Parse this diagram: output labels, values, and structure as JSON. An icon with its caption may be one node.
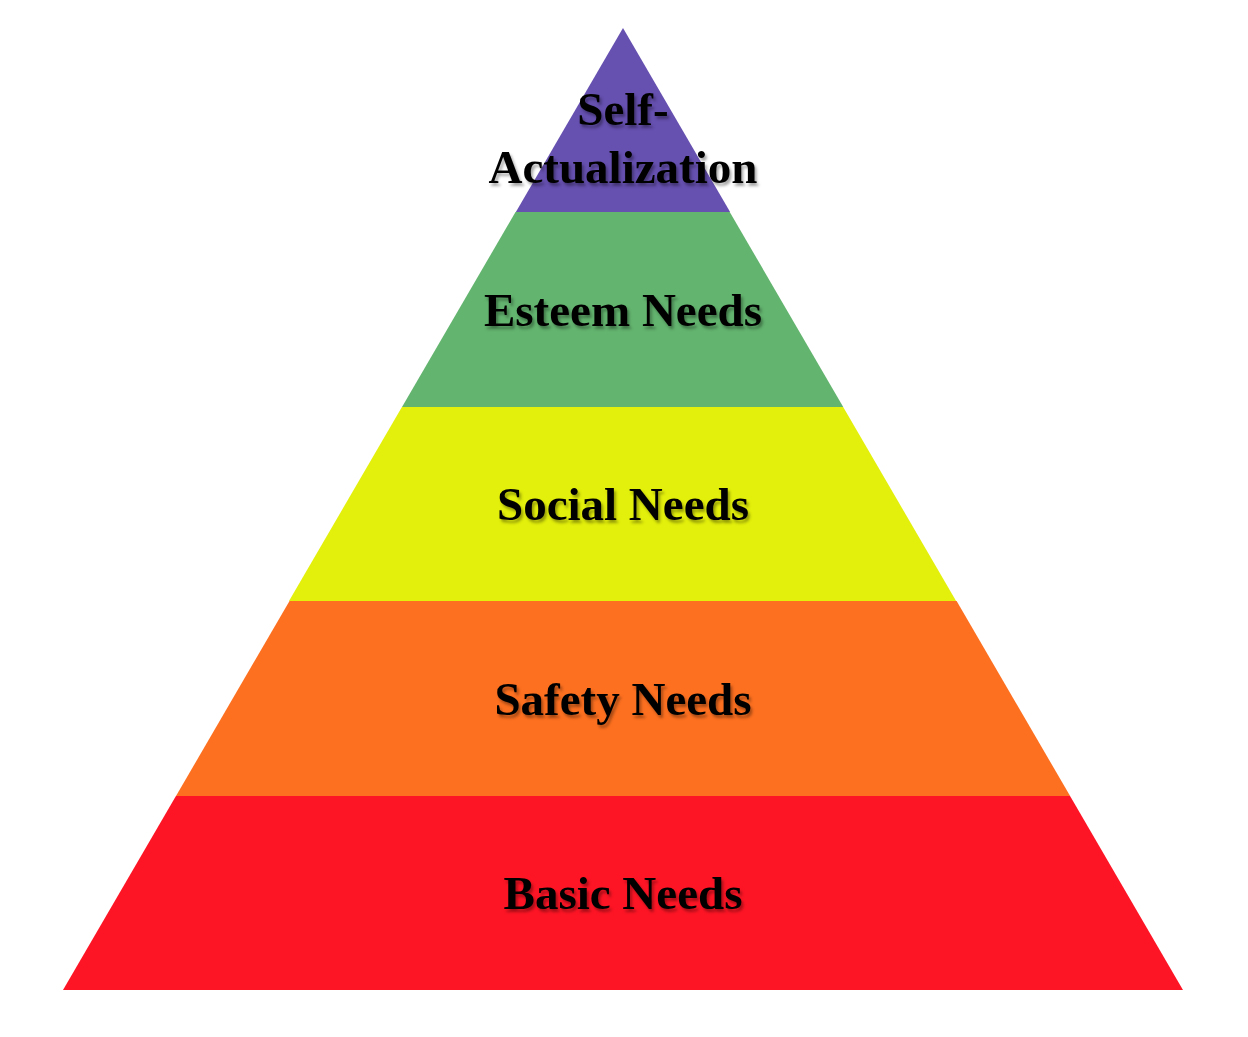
{
  "diagram": {
    "nodes": [
      {
        "text": [
          "Self-Actualization"
        ]
      },
      {
        "text": [
          "Esteem Needs"
        ]
      },
      {
        "text": [
          "Social Needs"
        ]
      },
      {
        "text": [
          "Safety Needs"
        ]
      },
      {
        "text": [
          "Basic Needs"
        ]
      }
    ]
  }
}
